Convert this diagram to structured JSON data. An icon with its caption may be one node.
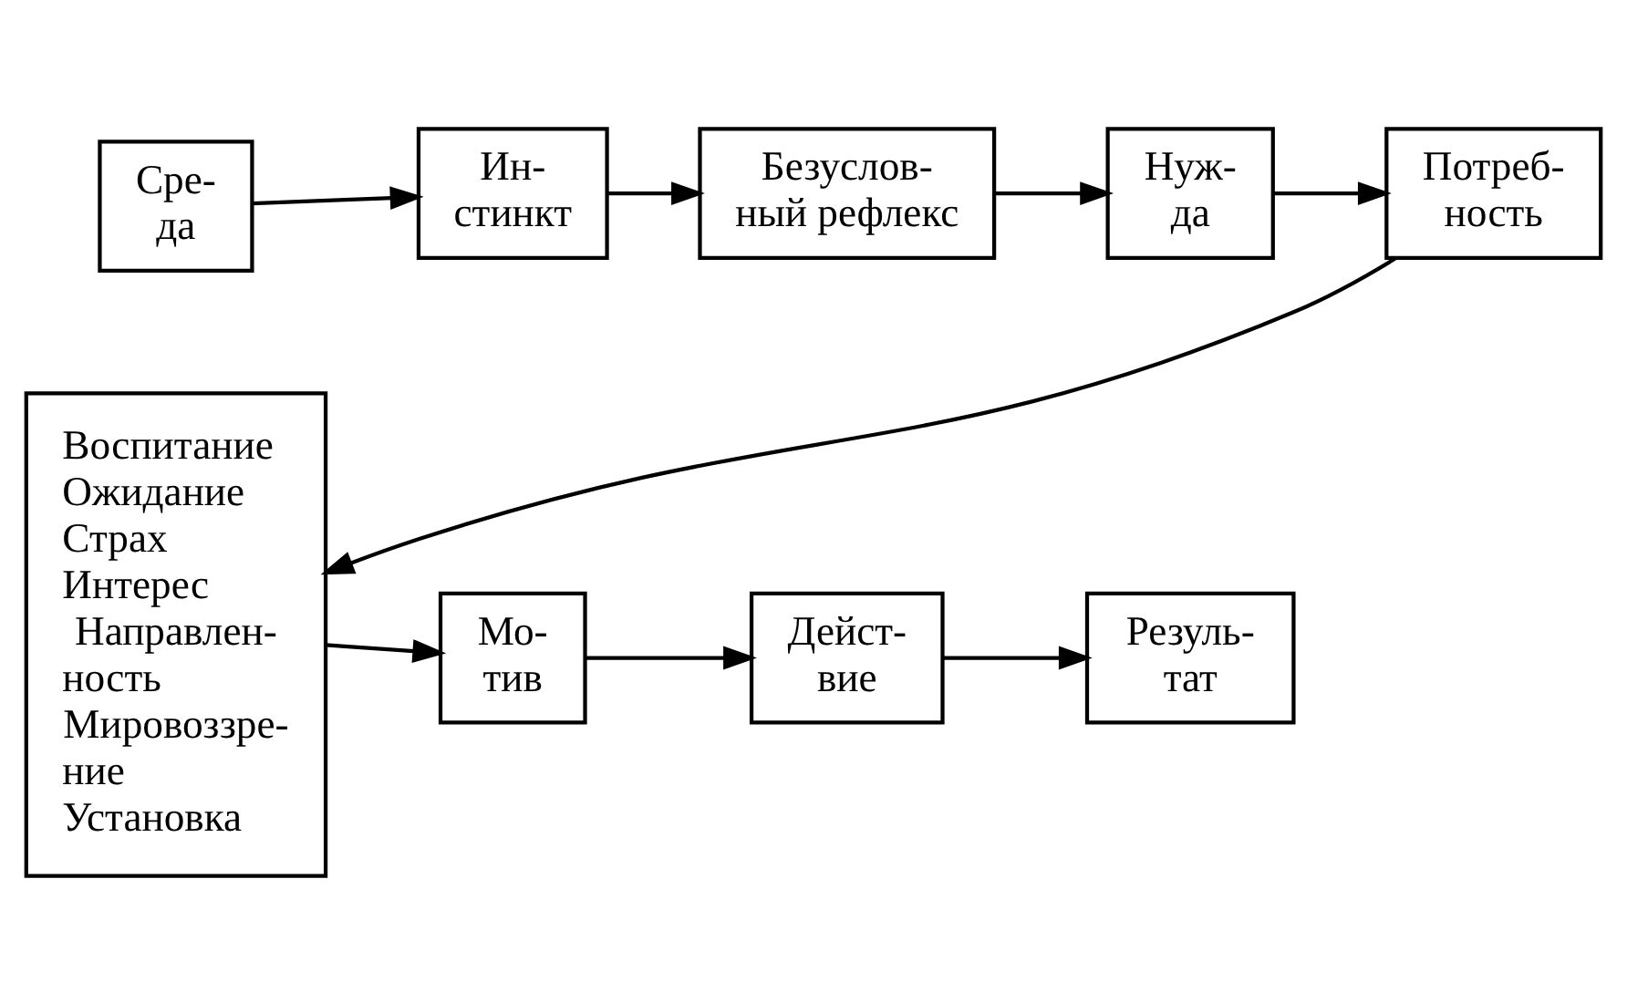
{
  "diagram": {
    "nodes": [
      {
        "text": [
          "Сре- да"
        ]
      },
      {
        "text": [
          "Ин- стинкт"
        ]
      },
      {
        "text": [
          "Безуслов- ный рефлекс"
        ]
      },
      {
        "text": [
          "Нуж- да"
        ]
      },
      {
        "text": [
          "Потреб- ность"
        ]
      },
      {
        "text": [
          "Воспитание",
          "Ожидание",
          "Страх",
          "Интерес",
          "Направлен- ность",
          "Мировоззре- ние",
          "Установка"
        ]
      },
      {
        "text": [
          "Мо- тив"
        ]
      },
      {
        "text": [
          "Дейст- вие"
        ]
      },
      {
        "text": [
          "Резуль- тат"
        ]
      }
    ],
    "edges": [
      {
        "from": 0,
        "to": 1,
        "arrow": "to"
      },
      {
        "from": 1,
        "to": 2,
        "arrow": "to"
      },
      {
        "from": 2,
        "to": 3,
        "arrow": "to"
      },
      {
        "from": 3,
        "to": 4,
        "arrow": "to"
      },
      {
        "from": 4,
        "to": 5,
        "arrow": "to"
      },
      {
        "from": 5,
        "to": 6,
        "arrow": "to"
      },
      {
        "from": 6,
        "to": 7,
        "arrow": "to"
      },
      {
        "from": 7,
        "to": 8,
        "arrow": "to"
      }
    ]
  }
}
